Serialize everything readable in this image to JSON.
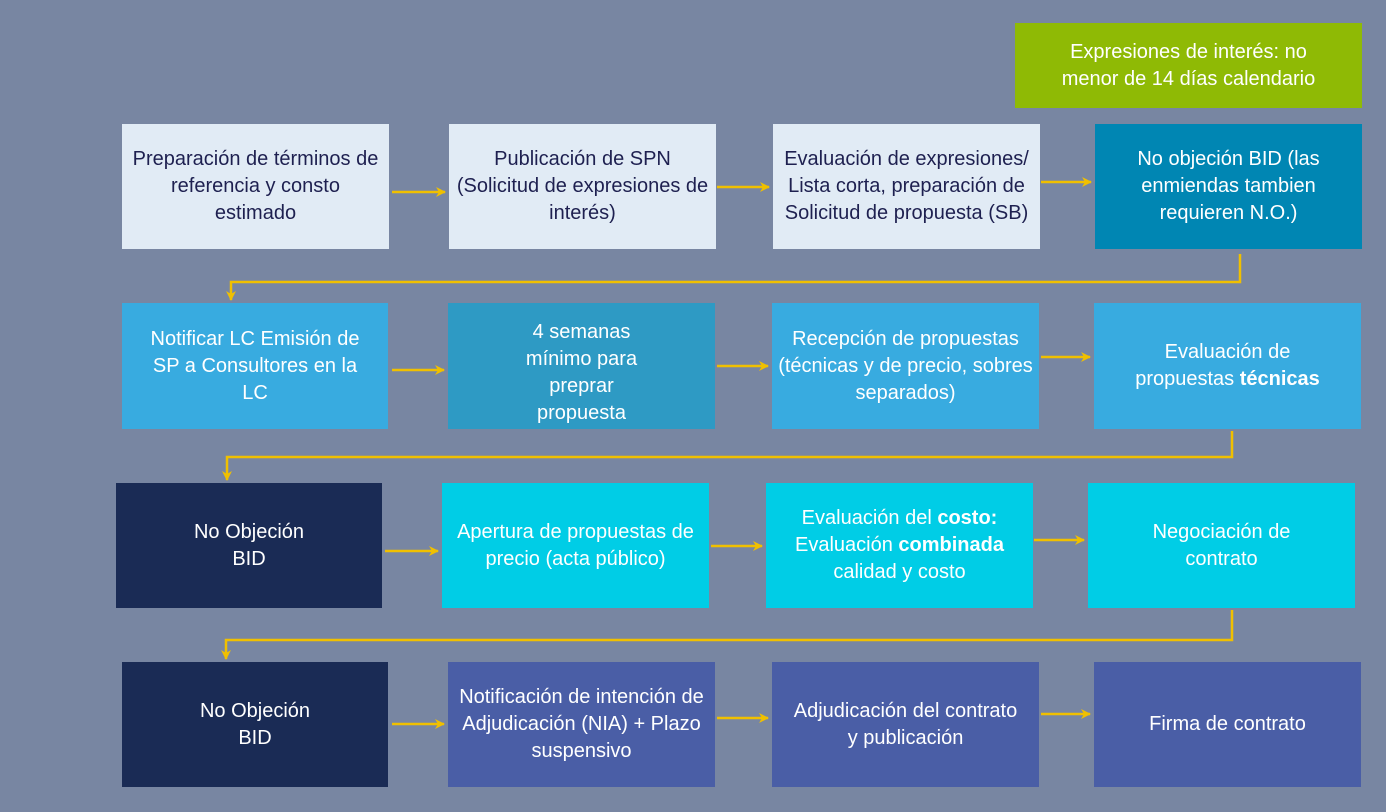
{
  "note": {
    "text": "Expresiones de interés: no menor de 14 días calendario"
  },
  "rows": [
    [
      "Preparación de términos de referencia y consto estimado",
      "Publicación de SPN (Solicitud de expresiones de interés)",
      "Evaluación de expresiones/ Lista corta, preparación de Solicitud de propuesta (SB)",
      "No objeción BID (las enmiendas tambien requieren N.O.)"
    ],
    [
      "Notificar LC Emisión de SP a Consultores en la LC",
      "4 semanas mínimo para preprar propuesta",
      "Recepción de propuestas (técnicas y de precio, sobres separados)",
      {
        "a": "Evaluación de propuestas ",
        "b": "técnicas"
      }
    ],
    [
      "No Objeción BID",
      "Apertura de propuestas de precio (acta público)",
      {
        "a": "Evaluación del ",
        "b": "costo:",
        "c": " Evaluación ",
        "d": "combinada",
        "e": " calidad y costo"
      },
      "Negociación de contrato"
    ],
    [
      "No Objeción BID",
      "Notificación de intención de Adjudicación (NIA) + Plazo suspensivo",
      "Adjudicación del contrato y publicación",
      "Firma de contrato"
    ]
  ],
  "colors": {
    "background": "#7886a2",
    "arrow": "#f0c000",
    "green": "#8fba05"
  }
}
